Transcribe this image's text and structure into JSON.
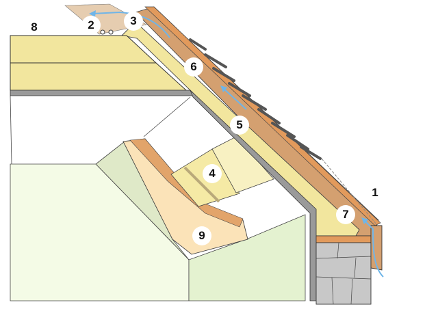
{
  "labels": {
    "l1": "1",
    "l2": "2",
    "l3": "3",
    "l4": "4",
    "l5": "5",
    "l6": "6",
    "l7": "7",
    "l8": "8",
    "l9": "9"
  },
  "colors": {
    "insulation": "#f2e69e",
    "timber": "#d4a070",
    "board": "#9a9a9a",
    "stone": "#c8c8c8",
    "wall_green": "#f3fae4",
    "wall_green_dark": "#dfe9c8",
    "plaster": "#fbe3b8",
    "airflow": "#6fb5e8",
    "slate": "#555555"
  }
}
